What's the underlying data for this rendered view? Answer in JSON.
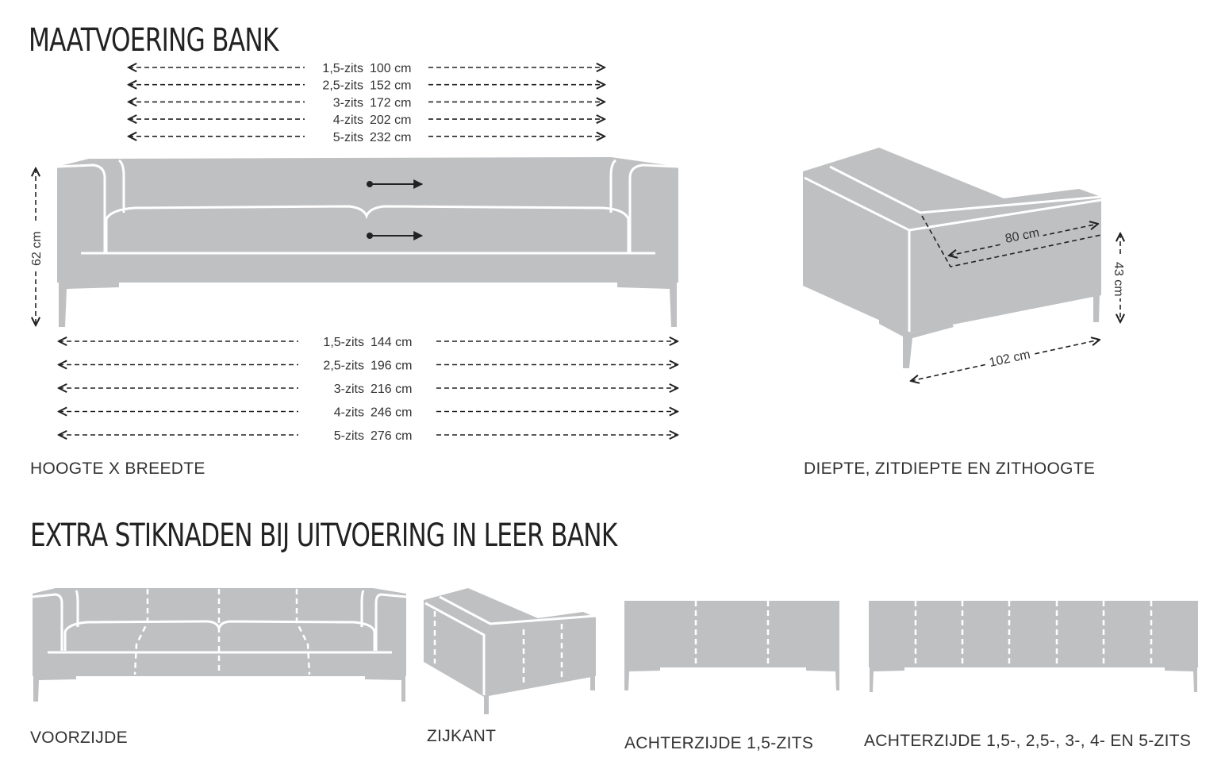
{
  "headings": {
    "dimensions": "MAATVOERING BANK",
    "stitching": "EXTRA STIKNADEN BIJ UITVOERING IN LEER BANK"
  },
  "captions": {
    "height_width": "HOOGTE X BREEDTE",
    "depth": "DIEPTE, ZITDIEPTE EN ZITHOOGTE",
    "front": "VOORZIJDE",
    "side": "ZIJKANT",
    "back_small": "ACHTERZIJDE 1,5-ZITS",
    "back_all": "ACHTERZIJDE 1,5-, 2,5-, 3-, 4- EN 5-ZITS"
  },
  "seat_widths": [
    {
      "size": "1,5-zits",
      "value": "100 cm"
    },
    {
      "size": "2,5-zits",
      "value": "152 cm"
    },
    {
      "size": "3-zits",
      "value": "172 cm"
    },
    {
      "size": "4-zits",
      "value": "202 cm"
    },
    {
      "size": "5-zits",
      "value": "232 cm"
    }
  ],
  "total_widths": [
    {
      "size": "1,5-zits",
      "value": "144 cm"
    },
    {
      "size": "2,5-zits",
      "value": "196 cm"
    },
    {
      "size": "3-zits",
      "value": "216 cm"
    },
    {
      "size": "4-zits",
      "value": "246 cm"
    },
    {
      "size": "5-zits",
      "value": "276 cm"
    }
  ],
  "height": "62 cm",
  "seat_depth": "80 cm",
  "seat_height": "43 cm",
  "depth": "102 cm",
  "colors": {
    "upholstery": "#bfc0c2",
    "seam": "#ffffff",
    "ink": "#222222"
  }
}
